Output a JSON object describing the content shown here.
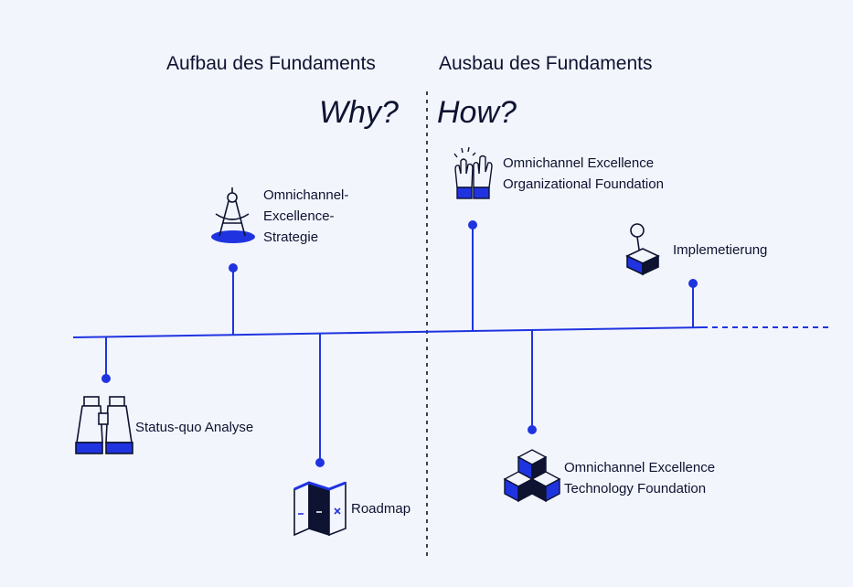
{
  "headings": {
    "left": "Aufbau des Fundaments",
    "right": "Ausbau des Fundaments"
  },
  "questions": {
    "left": "Why?",
    "right": "How?"
  },
  "milestones": [
    {
      "id": "status-quo",
      "label_lines": [
        "Status-quo Analyse"
      ],
      "icon": "binoculars-icon",
      "position": "below"
    },
    {
      "id": "strategy",
      "label_lines": [
        "Omnichannel-",
        "Excellence-",
        "Strategie"
      ],
      "icon": "compass-icon",
      "position": "above"
    },
    {
      "id": "roadmap",
      "label_lines": [
        "Roadmap"
      ],
      "icon": "map-icon",
      "position": "below"
    },
    {
      "id": "org-foundation",
      "label_lines": [
        "Omnichannel Excellence",
        "Organizational Foundation"
      ],
      "icon": "raised-hands-icon",
      "position": "above"
    },
    {
      "id": "tech-foundation",
      "label_lines": [
        "Omnichannel Excellence",
        "Technology Foundation"
      ],
      "icon": "cubes-icon",
      "position": "below"
    },
    {
      "id": "implementation",
      "label_lines": [
        "Implemetierung"
      ],
      "icon": "joystick-icon",
      "position": "above"
    }
  ],
  "colors": {
    "accent": "#1f34e0",
    "ink": "#0d1330",
    "background": "#f3f5fc"
  }
}
